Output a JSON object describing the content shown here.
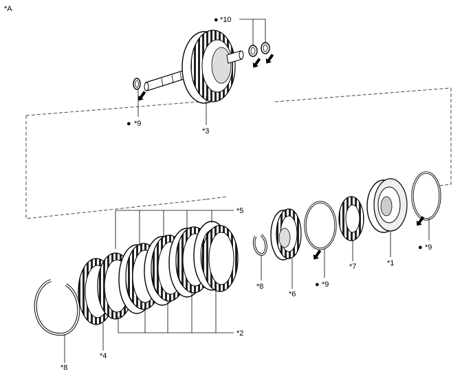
{
  "corner_label": "*A",
  "callouts": {
    "c1": "*1",
    "c2": "*2",
    "c3": "*3",
    "c4": "*4",
    "c5": "*5",
    "c6": "*6",
    "c7": "*7",
    "c8_left": "*8",
    "c8_right": "*8",
    "c9_top": "*9",
    "c9_mid": "*9",
    "c9_right": "*9",
    "c10": "*10"
  },
  "symbols": {
    "bullet": "●"
  }
}
